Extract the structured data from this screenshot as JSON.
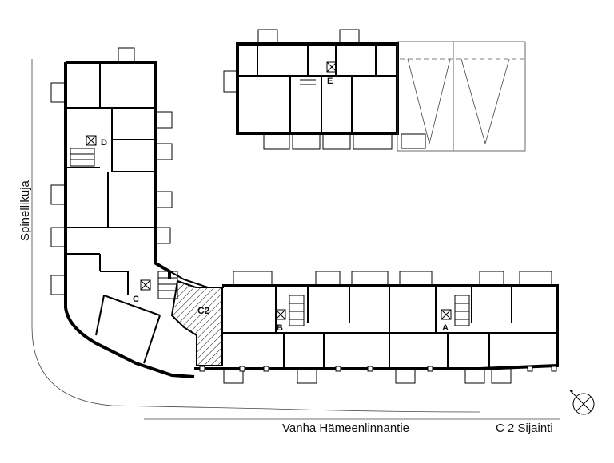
{
  "streets": {
    "west": "Spinellikuja",
    "south": "Vanha Hämeenlinnantie"
  },
  "caption": "C 2 Sijainti",
  "entrances": [
    "A",
    "B",
    "C",
    "D",
    "E"
  ],
  "highlight_label": "C2",
  "north_symbol": "north-arrow-icon"
}
